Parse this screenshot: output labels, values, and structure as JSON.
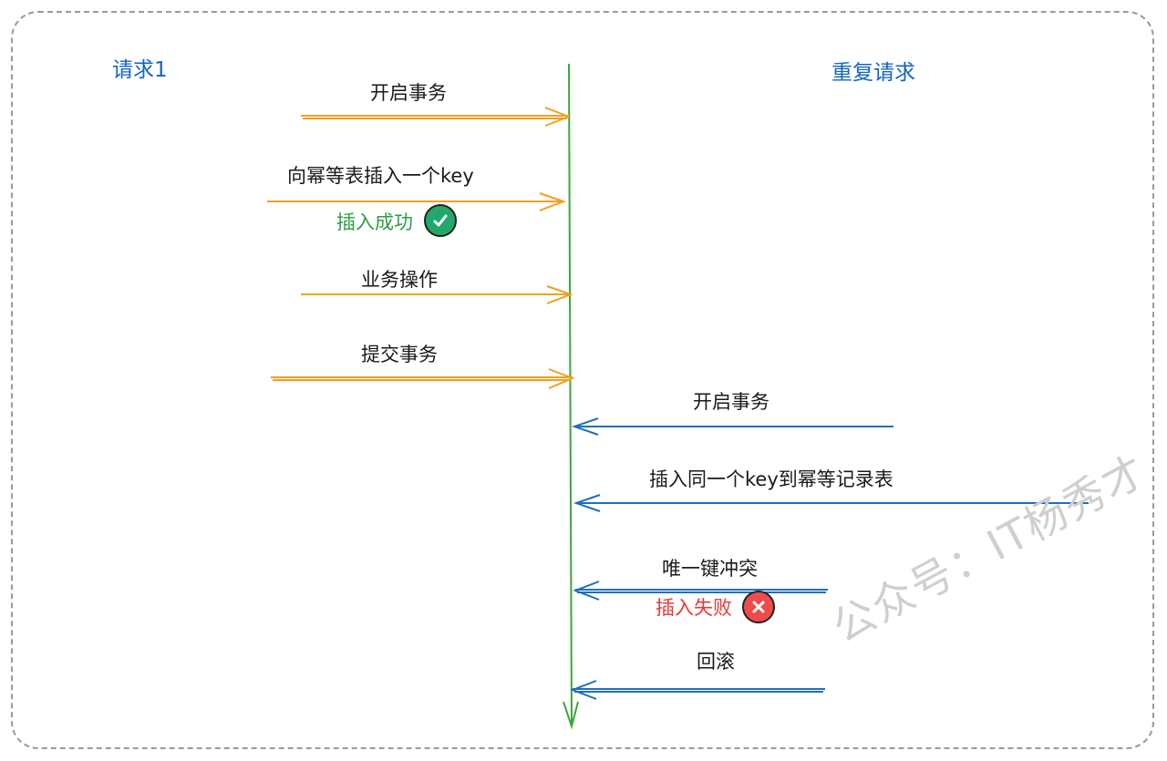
{
  "headers": {
    "left": "请求1",
    "right": "重复请求"
  },
  "left_steps": [
    {
      "label": "开启事务"
    },
    {
      "label": "向幂等表插入一个key"
    },
    {
      "label": "业务操作"
    },
    {
      "label": "提交事务"
    }
  ],
  "left_result": {
    "label": "插入成功",
    "icon": "check-circle-icon",
    "color": "#2e9e44"
  },
  "right_steps": [
    {
      "label": "开启事务"
    },
    {
      "label": "插入同一个key到幂等记录表"
    },
    {
      "label": "唯一键冲突"
    },
    {
      "label": "回滚"
    }
  ],
  "right_result": {
    "label": "插入失败",
    "icon": "x-circle-icon",
    "color": "#e53935"
  },
  "colors": {
    "left_arrow": "#f0a020",
    "right_arrow": "#1f6fbf",
    "timeline": "#3ea63e"
  },
  "watermark": "公众号：IT杨秀才"
}
